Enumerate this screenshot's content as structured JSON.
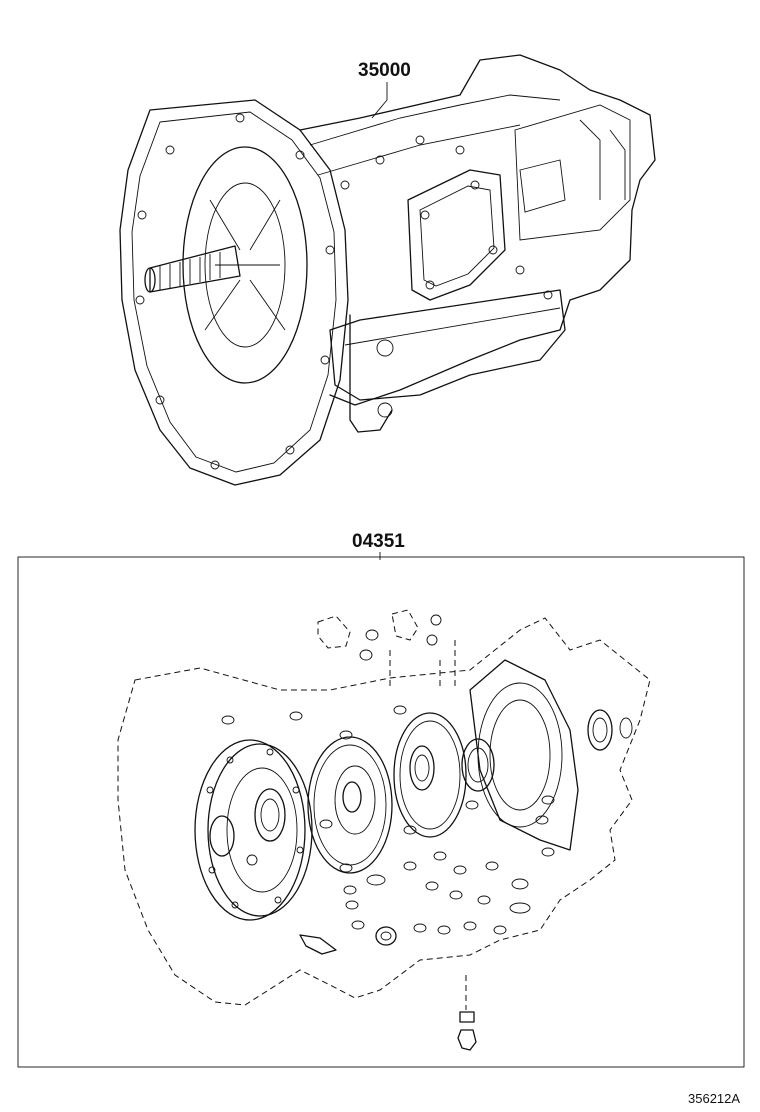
{
  "callouts": {
    "transmission_assy": "35000",
    "gasket_kit": "04351"
  },
  "reference_number": "356212A"
}
